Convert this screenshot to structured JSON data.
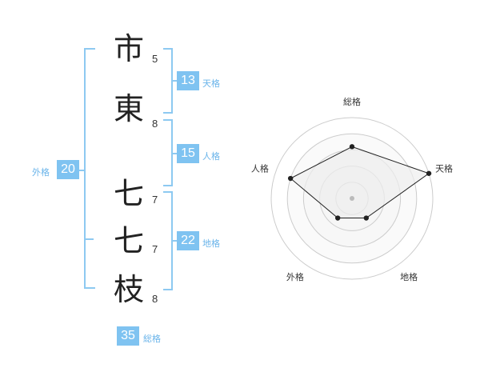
{
  "characters": [
    {
      "char": "市",
      "strokes": "5"
    },
    {
      "char": "東",
      "strokes": "8"
    },
    {
      "char": "七",
      "strokes": "7"
    },
    {
      "char": "七",
      "strokes": "7"
    },
    {
      "char": "枝",
      "strokes": "8"
    }
  ],
  "fortune": {
    "tenkaku": {
      "value": "13",
      "label": "天格"
    },
    "jinkaku": {
      "value": "15",
      "label": "人格"
    },
    "chikaku": {
      "value": "22",
      "label": "地格"
    },
    "gaikaku": {
      "value": "20",
      "label": "外格"
    },
    "soukaku": {
      "value": "35",
      "label": "総格"
    }
  },
  "chart_data": {
    "type": "radar",
    "axes": [
      "総格",
      "天格",
      "地格",
      "外格",
      "人格"
    ],
    "values": [
      3.2,
      5,
      1.5,
      1.5,
      4
    ],
    "max": 5,
    "rings": 5,
    "colors": {
      "fill": "#eeeeee",
      "line": "#222222",
      "ring": "#cccccc",
      "ring_fill": "#f4f4f4",
      "center": "#bbbbbb"
    }
  }
}
